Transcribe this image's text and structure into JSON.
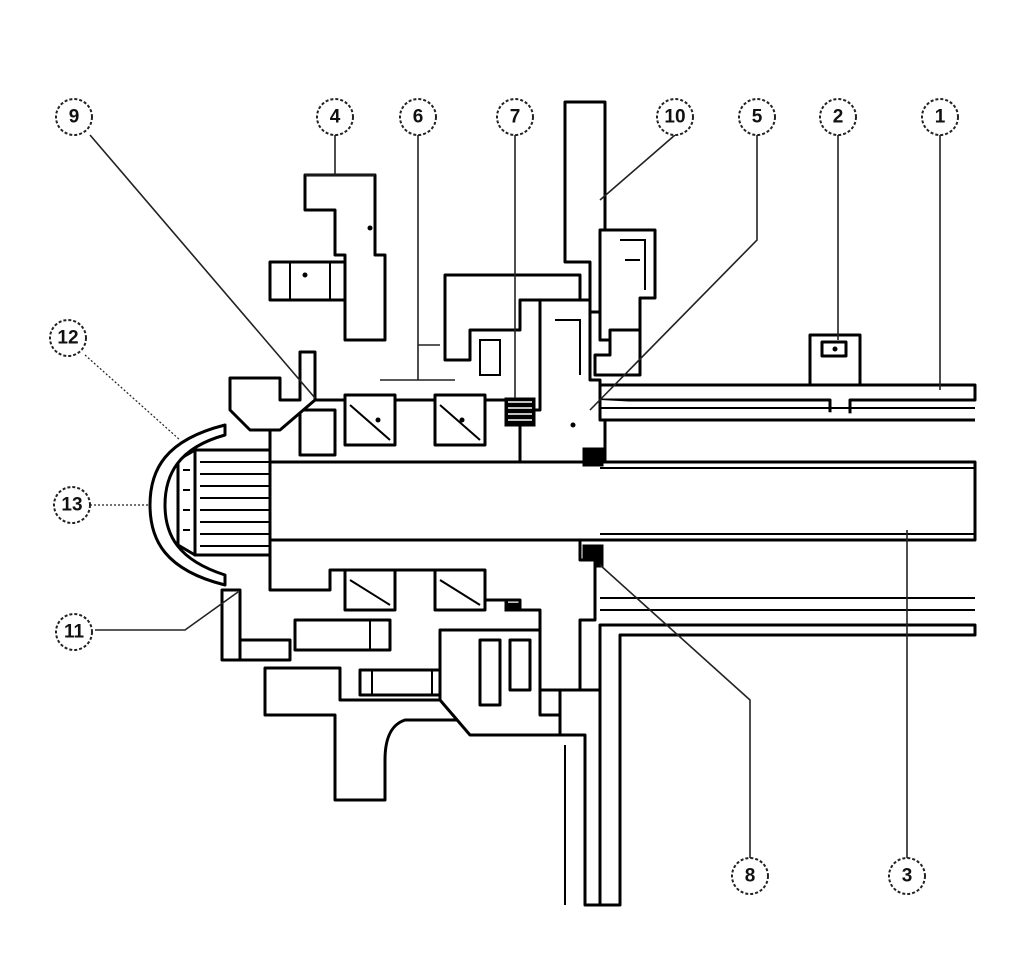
{
  "diagram": {
    "callouts": [
      {
        "id": "c1",
        "label": "1"
      },
      {
        "id": "c2",
        "label": "2"
      },
      {
        "id": "c3",
        "label": "3"
      },
      {
        "id": "c4",
        "label": "4"
      },
      {
        "id": "c5",
        "label": "5"
      },
      {
        "id": "c6",
        "label": "6"
      },
      {
        "id": "c7",
        "label": "7"
      },
      {
        "id": "c8",
        "label": "8"
      },
      {
        "id": "c9",
        "label": "9"
      },
      {
        "id": "c10",
        "label": "10"
      },
      {
        "id": "c11",
        "label": "11"
      },
      {
        "id": "c12",
        "label": "12"
      },
      {
        "id": "c13",
        "label": "13"
      }
    ],
    "colors": {
      "line": "#000000",
      "background": "#ffffff"
    }
  }
}
